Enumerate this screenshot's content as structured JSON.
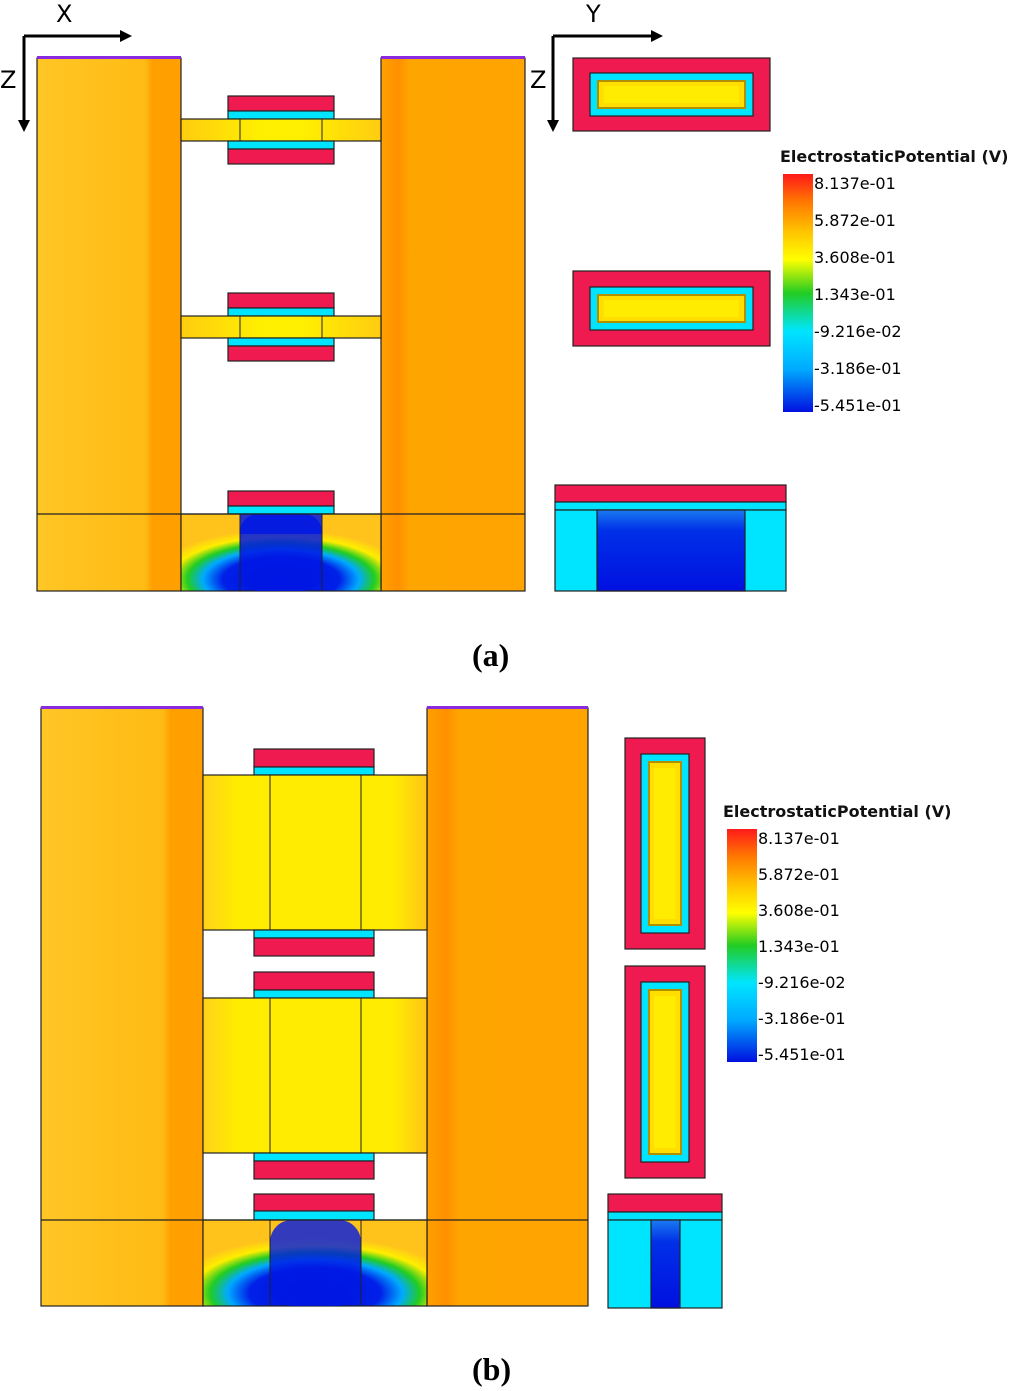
{
  "panels": [
    {
      "caption": "(a)",
      "axis_x": "X",
      "axis_y": "Y",
      "axis_z_left": "Z",
      "axis_z_right": "Z",
      "legend": {
        "title": "ElectrostaticPotential (V)",
        "ticks": [
          "8.137e-01",
          "5.872e-01",
          "3.608e-01",
          "1.343e-01",
          "-9.216e-02",
          "-3.186e-01",
          "-5.451e-01"
        ]
      }
    },
    {
      "caption": "(b)",
      "legend": {
        "title": "ElectrostaticPotential (V)",
        "ticks": [
          "8.137e-01",
          "5.872e-01",
          "3.608e-01",
          "1.343e-01",
          "-9.216e-02",
          "-3.186e-01",
          "-5.451e-01"
        ]
      }
    }
  ],
  "colors": {
    "metal_red": "#ef1a4f",
    "contact_purple": "#8a2be2",
    "oxide_cyan": "#00e5ff",
    "channel_yellow": "#ffe400",
    "body_yellow": "#ffc31c",
    "body_orange": "#ffa000",
    "depletion_blue": "#0022e8",
    "field_green": "#33cc33"
  }
}
